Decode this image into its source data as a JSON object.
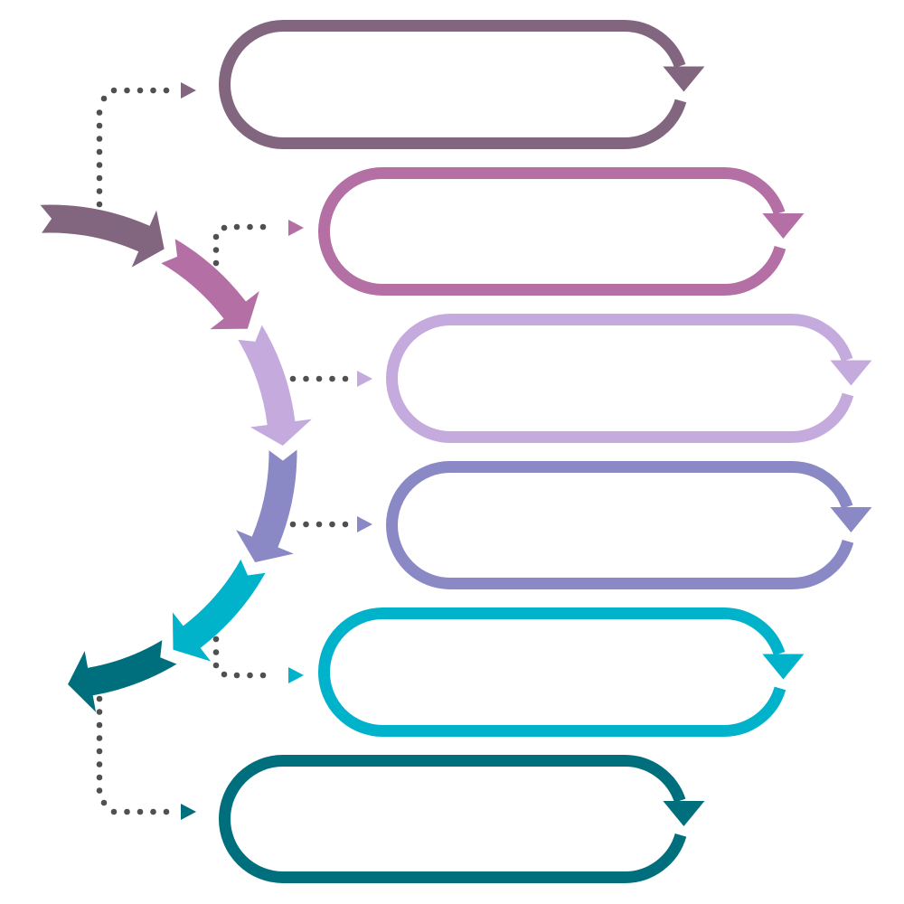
{
  "diagram": {
    "title": "",
    "type": "cycle-arrow process with six stages",
    "stages": [
      {
        "id": 1,
        "label": "",
        "color": "#82667f"
      },
      {
        "id": 2,
        "label": "",
        "color": "#b46fa5"
      },
      {
        "id": 3,
        "label": "",
        "color": "#c5abdd"
      },
      {
        "id": 4,
        "label": "",
        "color": "#8a89c5"
      },
      {
        "id": 5,
        "label": "",
        "color": "#00b2ca"
      },
      {
        "id": 6,
        "label": "",
        "color": "#006f7d"
      }
    ],
    "connector_color": "#505050"
  }
}
